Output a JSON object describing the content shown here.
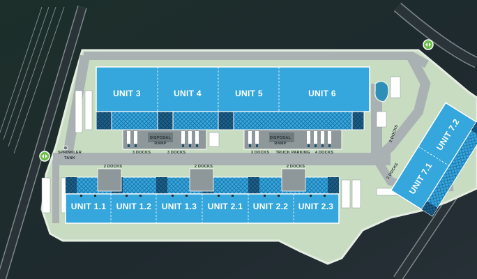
{
  "colors": {
    "background": "#1f2a2e",
    "site": "#c7dcc0",
    "road": "#a9b1b3",
    "unit": "#35a7dc",
    "dock": "#1a6fa6",
    "truck_area": "#6e7a7e"
  },
  "units": {
    "u3": "UNIT 3",
    "u4": "UNIT 4",
    "u5": "UNIT 5",
    "u6": "UNIT 6",
    "u11": "UNIT 1.1",
    "u12": "UNIT 1.2",
    "u13": "UNIT 1.3",
    "u21": "UNIT 2.1",
    "u22": "UNIT 2.2",
    "u23": "UNIT 2.3",
    "u71": "UNIT 7.1",
    "u72": "UNIT 7.2"
  },
  "labels": {
    "disposal_ramp_a": [
      "DISPOSAL",
      "RAMP"
    ],
    "disposal_ramp_b": [
      "DISPOSAL",
      "RAMP"
    ],
    "sprinkler_tank": [
      "SPRINKLER",
      "TANK"
    ],
    "docks_3a": "3 DOCKS",
    "docks_3b": "3 DOCKS",
    "docks_3c": "3 DOCKS",
    "docks_4": "4 DOCKS",
    "truck_parking": "TRUCK PARKING",
    "docks_2a": "2 DOCKS",
    "docks_2b": "2 DOCKS",
    "docks_2c": "2 DOCKS",
    "docks_2d": "2 DOCKS",
    "docks_2e": "2 DOCKS"
  },
  "icons": {
    "entrance_west": "two-way-arrow-icon",
    "entrance_north": "two-way-arrow-icon"
  }
}
